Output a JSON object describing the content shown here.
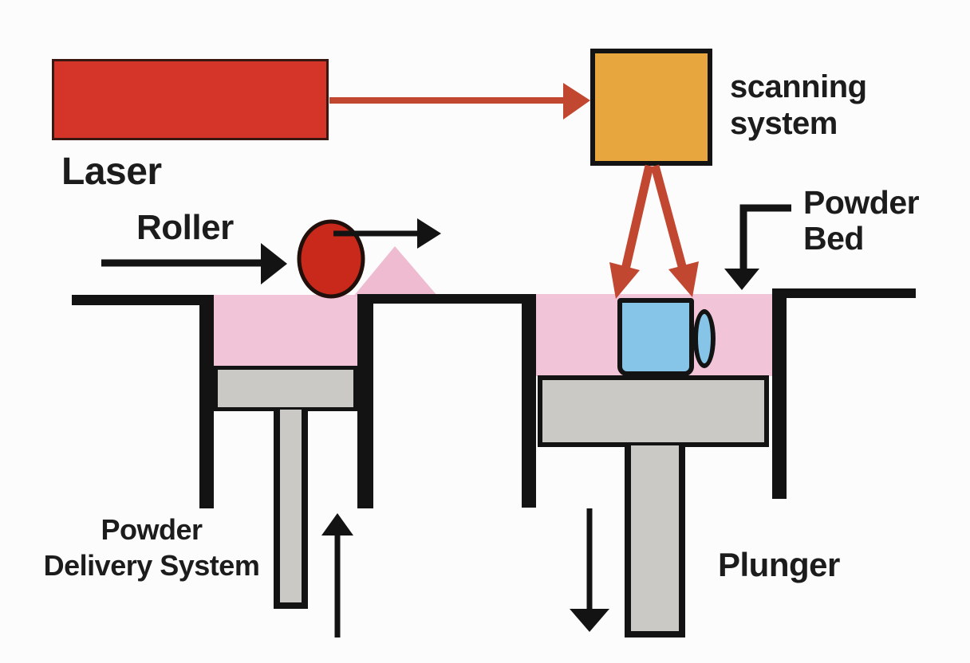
{
  "diagram": {
    "subject": "Selective Laser Sintering process diagram",
    "labels": {
      "laser": "Laser",
      "roller": "Roller",
      "scanning_system": {
        "line1": "scanning",
        "line2": "system"
      },
      "powder_bed": {
        "line1": "Powder",
        "line2": "Bed"
      },
      "powder_delivery_system": {
        "line1": "Powder",
        "line2": "Delivery System"
      },
      "plunger": "Plunger"
    },
    "arrows": [
      {
        "name": "laser-beam",
        "direction": "right",
        "color": "#c14731"
      },
      {
        "name": "scan-beam-left",
        "direction": "down-left",
        "color": "#c14731"
      },
      {
        "name": "scan-beam-right",
        "direction": "down-right",
        "color": "#c14731"
      },
      {
        "name": "roller-push",
        "direction": "right",
        "color": "#131313"
      },
      {
        "name": "roller-motion",
        "direction": "right",
        "color": "#131313"
      },
      {
        "name": "powder-bed-pointer",
        "direction": "down",
        "color": "#131313"
      },
      {
        "name": "delivery-piston-motion",
        "direction": "up",
        "color": "#131313"
      },
      {
        "name": "build-piston-motion",
        "direction": "down",
        "color": "#131313"
      }
    ],
    "palette": {
      "background": "#fdfcfc",
      "laser_red": "#d53429",
      "beam_arrow_red": "#c14731",
      "roller_red": "#c9291b",
      "scanner_orange": "#e8a63e",
      "powder_pink": "#f1c4d7",
      "heap_pink": "#eebbd1",
      "part_blue": "#86c4e8",
      "piston_gray": "#cac9c6",
      "structure_black": "#131313",
      "text_color": "#1c1c1c"
    }
  }
}
